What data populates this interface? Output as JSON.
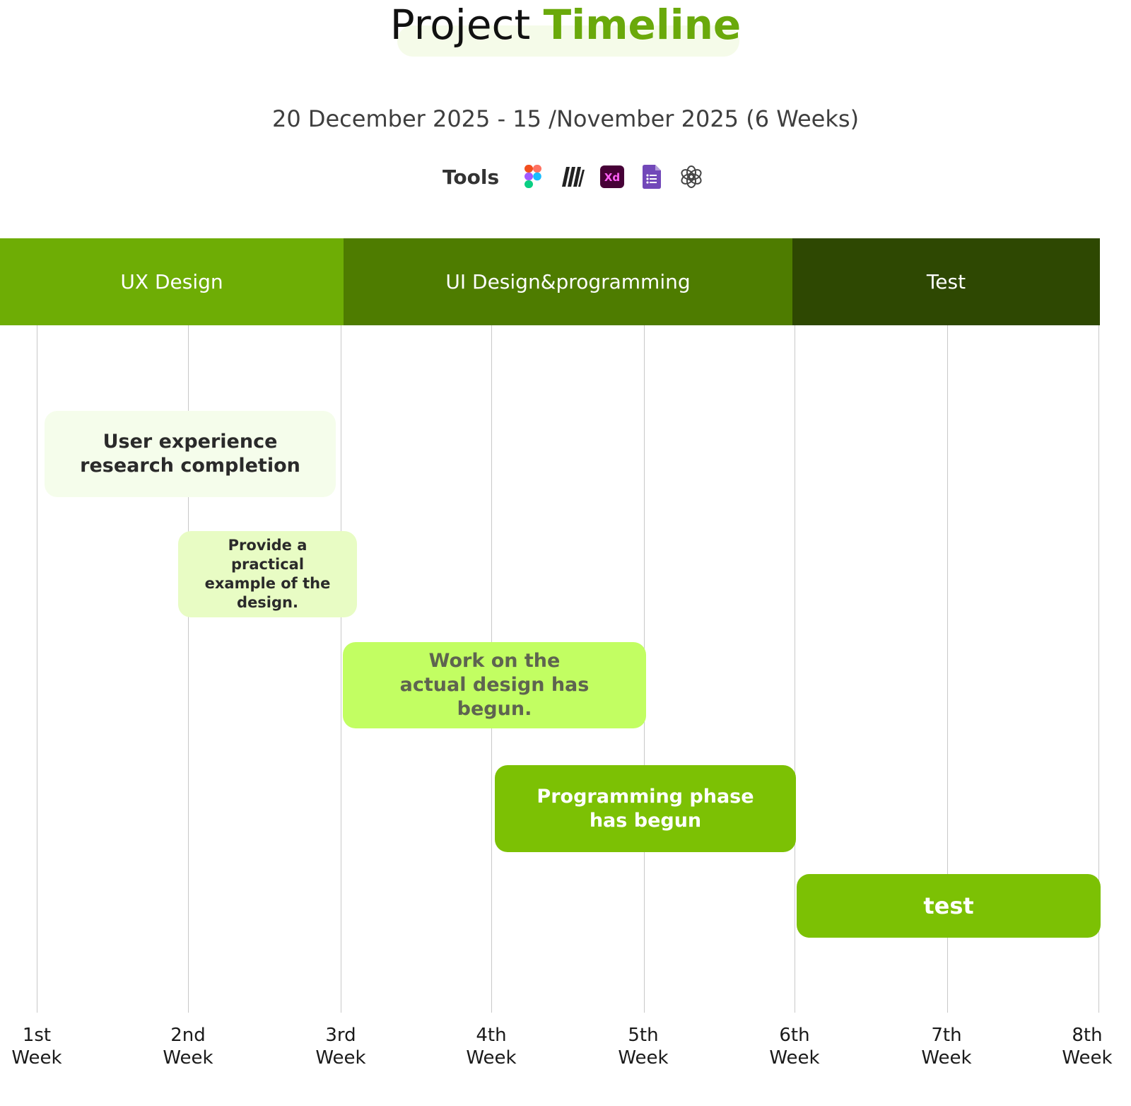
{
  "header": {
    "title_part1": "Project",
    "title_part2": "Timeline",
    "date_range": "20 December 2025 -  15 /November 2025 (6 Weeks)",
    "tools_label": "Tools",
    "tools": [
      {
        "icon": "figma-icon"
      },
      {
        "icon": "miro-icon"
      },
      {
        "icon": "adobe-xd-icon",
        "text": "Xd"
      },
      {
        "icon": "google-forms-icon"
      },
      {
        "icon": "chatgpt-icon"
      }
    ]
  },
  "phases": [
    {
      "label": "UX Design",
      "color": "#6ead05"
    },
    {
      "label": "UI Design&programming",
      "color": "#4e7c00"
    },
    {
      "label": "Test",
      "color": "#2e4802"
    }
  ],
  "tasks": [
    {
      "label": "User experience research completion",
      "bg": "#f5fdeb",
      "text_color": "#2a2a2a"
    },
    {
      "label": "Provide a practical example of the design.",
      "bg": "#e8fcc4",
      "text_color": "#2a2a2a"
    },
    {
      "label": "Work on the actual design has begun.",
      "bg": "#c2fe62",
      "text_color": "#5e6450"
    },
    {
      "label": "Programming phase has begun",
      "bg": "#7cc104",
      "text_color": "#ffffff"
    },
    {
      "label": "test",
      "bg": "#7cc104",
      "text_color": "#ffffff"
    }
  ],
  "weeks": [
    {
      "num": "1st",
      "label": "Week"
    },
    {
      "num": "2nd",
      "label": "Week"
    },
    {
      "num": "3rd",
      "label": "Week"
    },
    {
      "num": "4th",
      "label": "Week"
    },
    {
      "num": "5th",
      "label": "Week"
    },
    {
      "num": "6th",
      "label": "Week"
    },
    {
      "num": "7th",
      "label": "Week"
    },
    {
      "num": "8th",
      "label": "Week"
    }
  ]
}
